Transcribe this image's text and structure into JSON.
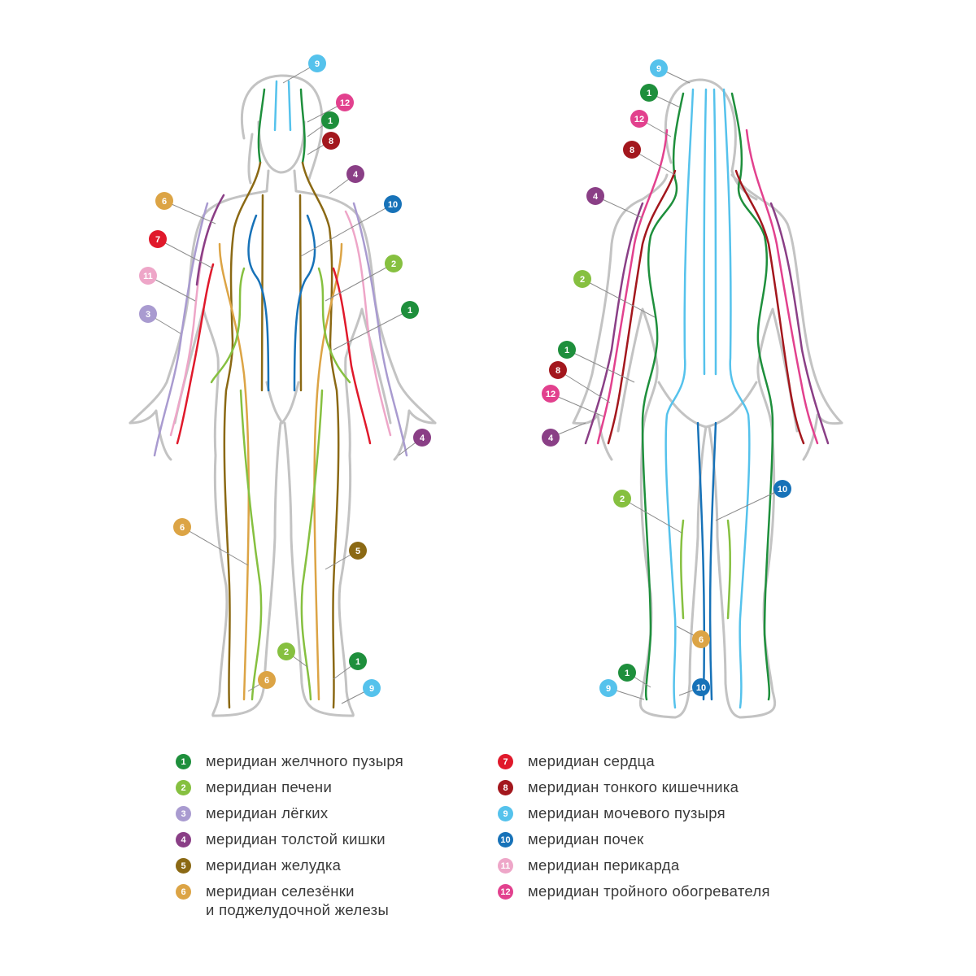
{
  "meridians": [
    {
      "num": "1",
      "label": "меридиан желчного пузыря",
      "color": "#1e8f3c"
    },
    {
      "num": "2",
      "label": "меридиан печени",
      "color": "#86c040"
    },
    {
      "num": "3",
      "label": "меридиан лёгких",
      "color": "#a99bd0"
    },
    {
      "num": "4",
      "label": "меридиан толстой кишки",
      "color": "#8a3f86"
    },
    {
      "num": "5",
      "label": "меридиан желудка",
      "color": "#8b6914"
    },
    {
      "num": "6",
      "label": "меридиан селезёнки",
      "label2": "и поджелудочной железы",
      "color": "#dca445"
    },
    {
      "num": "7",
      "label": "меридиан сердца",
      "color": "#e0192b"
    },
    {
      "num": "8",
      "label": "меридиан тонкого кишечника",
      "color": "#a3171d"
    },
    {
      "num": "9",
      "label": "меридиан мочевого пузыря",
      "color": "#55c2ec"
    },
    {
      "num": "10",
      "label": "меридиан почек",
      "color": "#1772b8"
    },
    {
      "num": "11",
      "label": "меридиан перикарда",
      "color": "#eea6c8"
    },
    {
      "num": "12",
      "label": "меридиан тройного обогревателя",
      "color": "#e2418e"
    }
  ],
  "outline_color": "#c3c3c3"
}
